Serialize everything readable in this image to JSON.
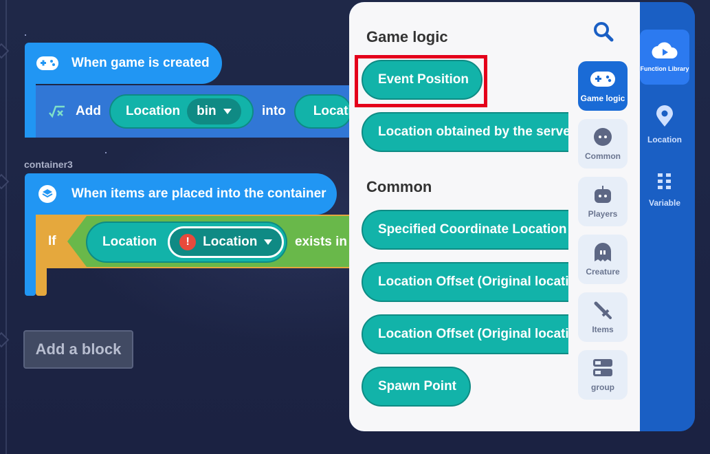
{
  "workspace": {
    "block1": {
      "hat_label": "When game is created",
      "add_label": "Add",
      "location_label": "Location",
      "var_dropdown": "bin",
      "into_label": "into",
      "location_label_2": "Locatio"
    },
    "container_name": "container3",
    "block2": {
      "hat_label": "When items are placed into the container",
      "if_label": "If",
      "location_label": "Location",
      "location_dropdown": "Location",
      "exists_label": "exists in"
    },
    "add_block_button": "Add a block"
  },
  "panel": {
    "sections": [
      {
        "title": "Game logic",
        "items": [
          "Event Position",
          "Location obtained by the server"
        ]
      },
      {
        "title": "Common",
        "items": [
          "Specified Coordinate Location",
          "Location Offset (Original location",
          "Location Offset (Original location",
          "Spawn Point"
        ]
      }
    ],
    "categories": [
      {
        "label": "Game logic",
        "icon": "gamepad-icon",
        "active": true
      },
      {
        "label": "Common",
        "icon": "ellipsis-icon",
        "active": false
      },
      {
        "label": "Players",
        "icon": "robot-icon",
        "active": false
      },
      {
        "label": "Creature",
        "icon": "ghost-icon",
        "active": false
      },
      {
        "label": "Items",
        "icon": "sword-icon",
        "active": false
      },
      {
        "label": "group",
        "icon": "toggle-group-icon",
        "active": false
      }
    ],
    "right_nav": [
      {
        "label": "Function Library",
        "icon": "cloud-play-icon",
        "active": true
      },
      {
        "label": "Location",
        "icon": "location-pin-icon",
        "active": false
      },
      {
        "label": "Variable",
        "icon": "variable-grid-icon",
        "active": false
      }
    ]
  },
  "colors": {
    "event_blue": "#2196f3",
    "statement_blue": "#3177d6",
    "location_teal": "#12b3a9",
    "if_orange": "#e5a83d",
    "condition_green": "#69b84a",
    "highlight_red": "#e4001b",
    "nav_blue": "#1a5fc4"
  }
}
